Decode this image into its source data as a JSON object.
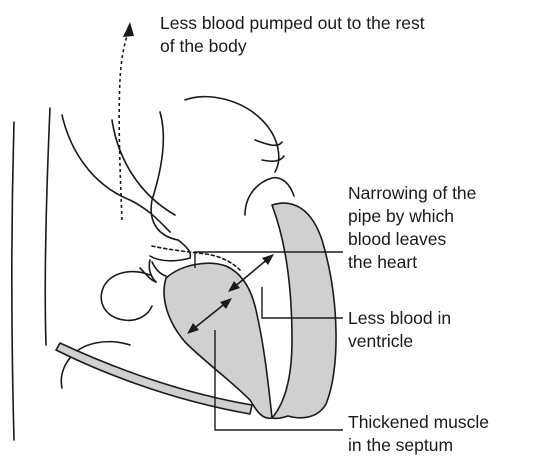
{
  "labels": {
    "pumped_out": [
      "Less blood pumped out to the rest",
      "of the body"
    ],
    "narrowing": [
      "Narrowing of the",
      "pipe by which",
      "blood leaves",
      "the heart"
    ],
    "less_blood": [
      "Less blood in",
      "ventricle"
    ],
    "thickened": [
      "Thickened muscle",
      "in the septum"
    ]
  },
  "colors": {
    "tissue_fill": "#d0d0d0",
    "stroke": "#1a1a1a",
    "background": "#ffffff"
  }
}
